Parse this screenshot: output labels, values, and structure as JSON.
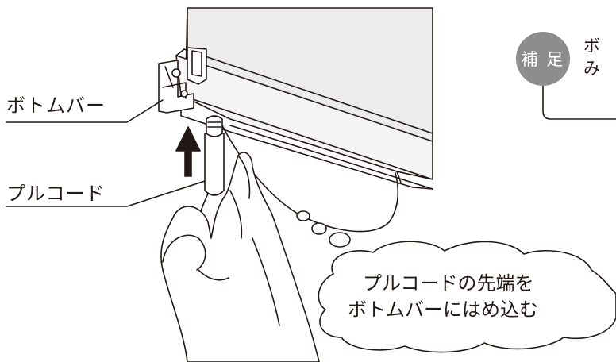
{
  "labels": {
    "bottom_bar": "ボトムバー",
    "pull_cord": "プルコード"
  },
  "speech_bubble": {
    "line1": "プルコードの先端を",
    "line2": "ボトムバーにはめ込む"
  },
  "note": {
    "badge": "補 足",
    "line1": "ボ",
    "line2": "み"
  },
  "colors": {
    "line": "#231815",
    "blind_fill": "#ececec",
    "badge": "#8d8d8d",
    "arrow": "#231815"
  }
}
